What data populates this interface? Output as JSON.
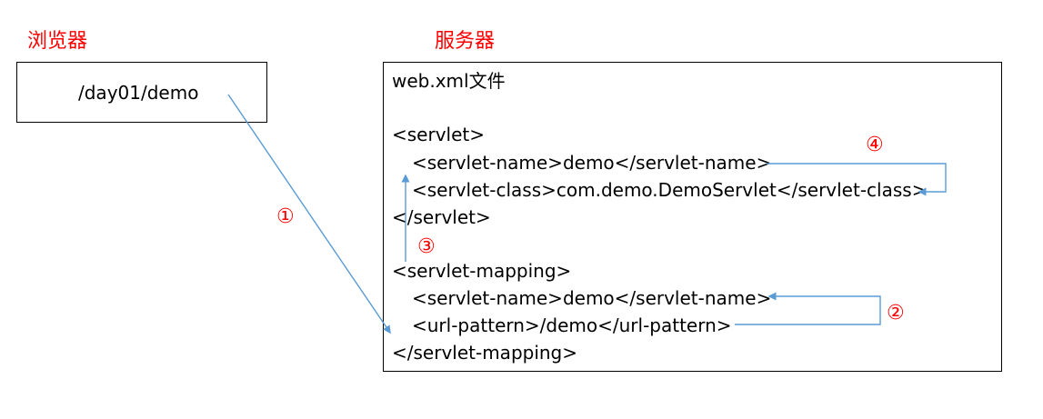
{
  "browser": {
    "title": "浏览器",
    "url": "/day01/demo"
  },
  "server": {
    "title": "服务器",
    "file_label": "web.xml文件",
    "code_lines": [
      "<servlet>",
      "<servlet-name>demo</servlet-name>",
      "<servlet-class>com.demo.DemoServlet</servlet-class>",
      "</servlet>",
      "<servlet-mapping>",
      "<servlet-name>demo</servlet-name>",
      "<url-pattern>/demo</url-pattern>",
      "</servlet-mapping>"
    ]
  },
  "steps": [
    "①",
    "②",
    "③",
    "④"
  ],
  "colors": {
    "label": "#ff0000",
    "arrow": "#5b9bd5",
    "border": "#000000"
  }
}
